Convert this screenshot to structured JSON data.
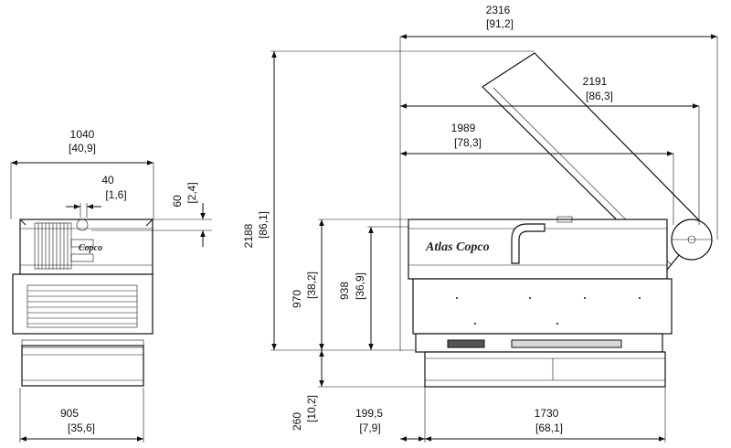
{
  "brand": {
    "name": "Atlas Copco",
    "side_text": "Copco"
  },
  "dimensions": {
    "front": {
      "width_total": {
        "mm": "1040",
        "inch": "[40,9]"
      },
      "offset_small": {
        "mm": "40",
        "inch": "[1,6]"
      },
      "hook_height": {
        "mm": "60",
        "inch": "[2,4]"
      },
      "base_width": {
        "mm": "905",
        "inch": "[35,6]"
      }
    },
    "side": {
      "length_lid_open": {
        "mm": "2316",
        "inch": "[91,2]"
      },
      "length_lid_tip": {
        "mm": "2191",
        "inch": "[86,3]"
      },
      "length_handle": {
        "mm": "1989",
        "inch": "[78,3]"
      },
      "height_lid_open": {
        "mm": "2188",
        "inch": "[86,1]"
      },
      "height_body": {
        "mm": "970",
        "inch": "[38,2]"
      },
      "height_cabinet": {
        "mm": "938",
        "inch": "[36,9]"
      },
      "height_frame": {
        "mm": "260",
        "inch": "[10,2]"
      },
      "offset_frame": {
        "mm": "199,5",
        "inch": "[7,9]"
      },
      "length_frame": {
        "mm": "1730",
        "inch": "[68,1]"
      }
    }
  }
}
